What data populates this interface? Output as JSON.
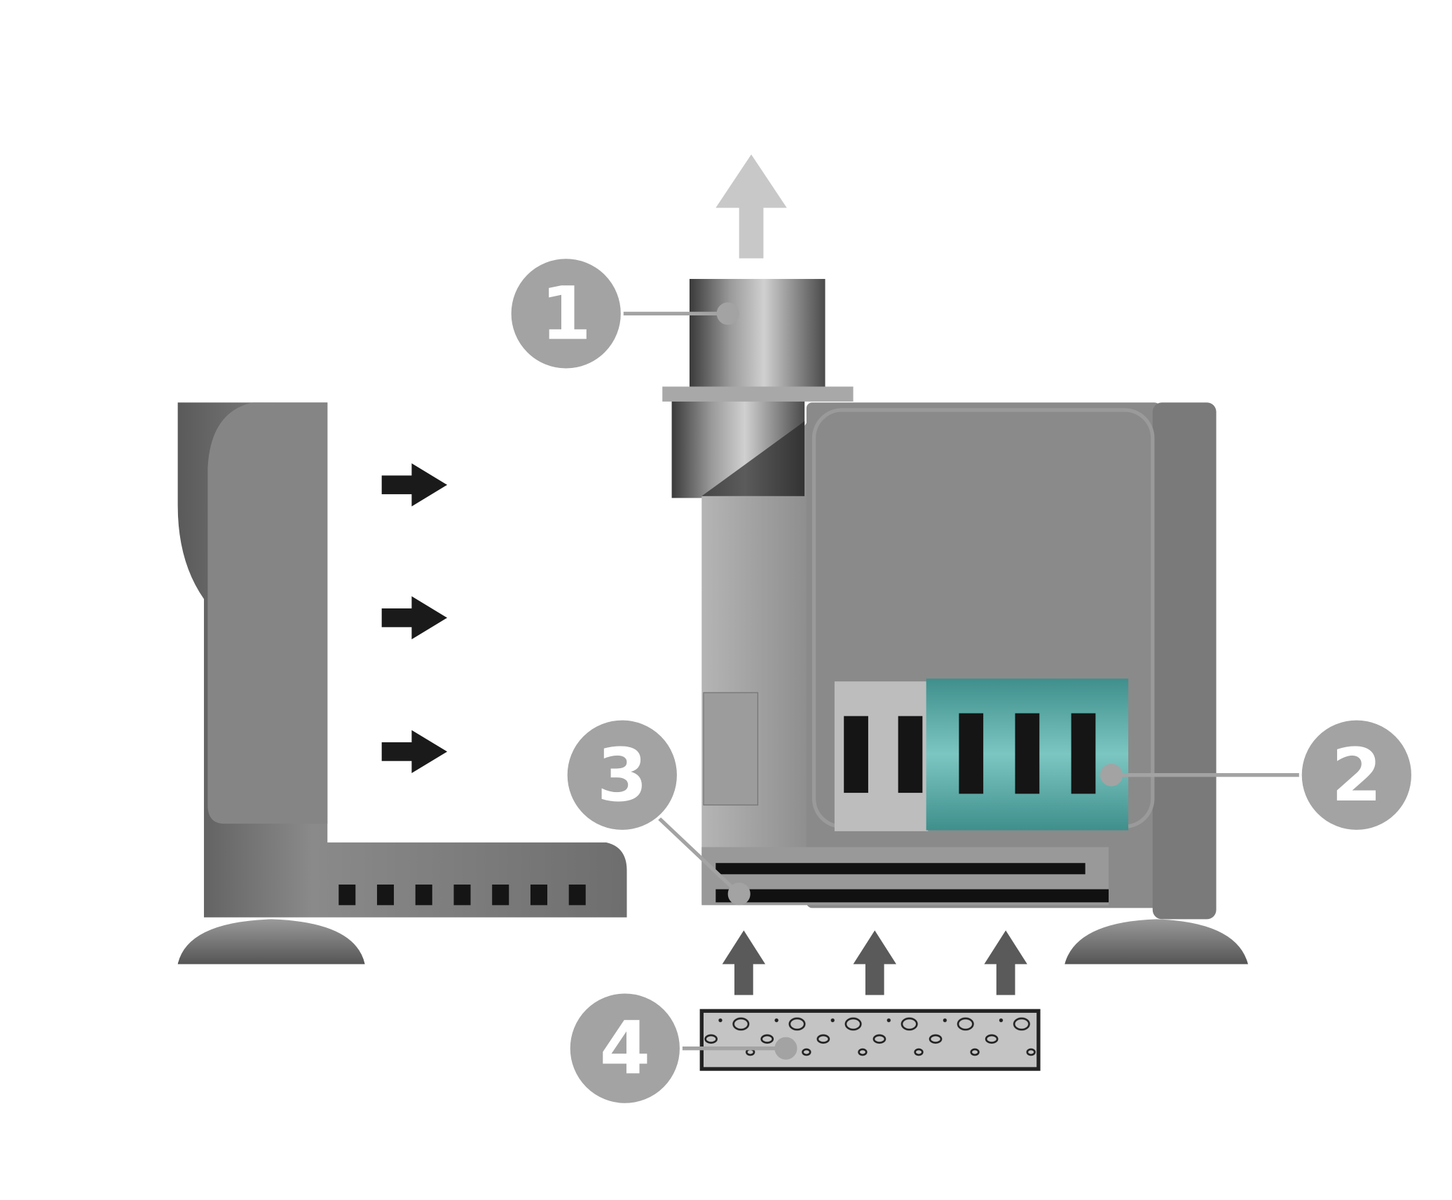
{
  "diagram": {
    "callouts": [
      {
        "label": "1",
        "part": "outlet"
      },
      {
        "label": "2",
        "part": "flow-regulator"
      },
      {
        "label": "3",
        "part": "intake-slot"
      },
      {
        "label": "4",
        "part": "filter-sponge"
      }
    ],
    "colors": {
      "callout": "#a3a3a3",
      "body": "#8a8a8a",
      "teal": "#4fa3a0",
      "arrow_dark": "#1a1a1a",
      "arrow_gray": "#5a5a5a",
      "arrow_light": "#c8c8c8"
    }
  }
}
